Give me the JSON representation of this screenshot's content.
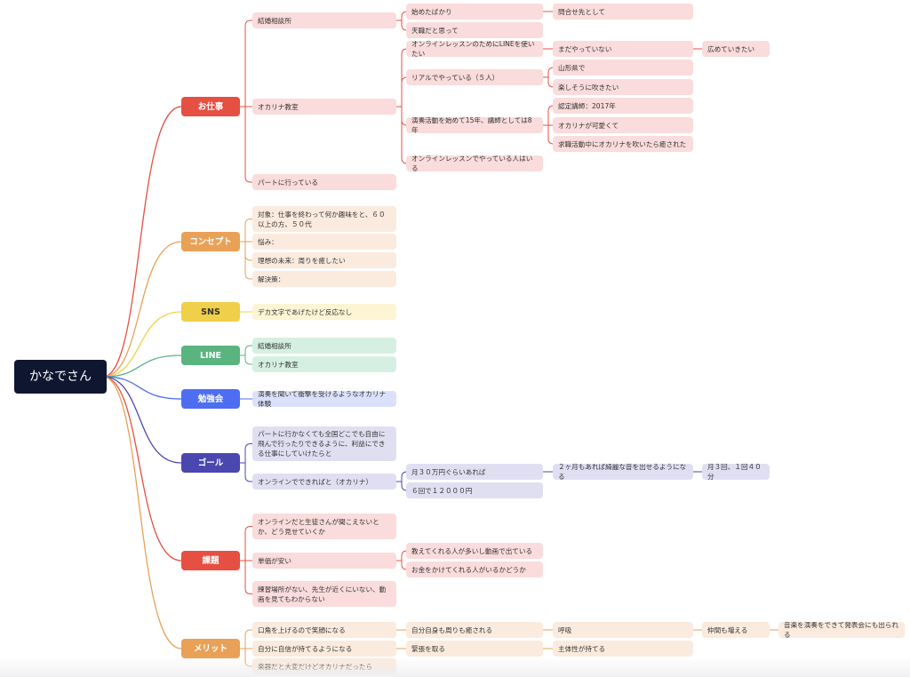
{
  "colors": {
    "root": "#0f1630",
    "red": "#e55043",
    "orange": "#e9a157",
    "yellow": "#f0cf4a",
    "green": "#5ab47f",
    "blue": "#4e6ef2",
    "indigo": "#4a47b0",
    "red_light": "#f9dcdb",
    "orange_light": "#fbebde",
    "yellow_light": "#fdf4d4",
    "green_light": "#d5f0e3",
    "blue_light": "#dbe1fb",
    "indigo_light": "#e0dff2"
  },
  "nodes": [
    {
      "id": "root",
      "text": "かなでさん",
      "kind": "root"
    },
    {
      "id": "m1",
      "text": "お仕事",
      "kind": "main",
      "color": "red"
    },
    {
      "id": "m1a",
      "text": "結婚相談所",
      "kind": "sub",
      "color": "red_light"
    },
    {
      "id": "m1a1",
      "text": "始めたばかり",
      "kind": "sub",
      "color": "red_light"
    },
    {
      "id": "m1a1a",
      "text": "問合せ先として",
      "kind": "sub",
      "color": "red_light"
    },
    {
      "id": "m1a2",
      "text": "天職だと思って",
      "kind": "sub",
      "color": "red_light"
    },
    {
      "id": "m1b",
      "text": "オカリナ教室",
      "kind": "sub",
      "color": "red_light"
    },
    {
      "id": "m1b1",
      "text": "オンラインレッスンのためにLINEを使いたい",
      "kind": "sub",
      "color": "red_light"
    },
    {
      "id": "m1b1a",
      "text": "まだやっていない",
      "kind": "sub",
      "color": "red_light"
    },
    {
      "id": "m1b1a1",
      "text": "広めていきたい",
      "kind": "sub",
      "color": "red_light"
    },
    {
      "id": "m1b2",
      "text": "リアルでやっている（５人）",
      "kind": "sub",
      "color": "red_light"
    },
    {
      "id": "m1b2a",
      "text": "山形県で",
      "kind": "sub",
      "color": "red_light"
    },
    {
      "id": "m1b2b",
      "text": "楽しそうに吹きたい",
      "kind": "sub",
      "color": "red_light"
    },
    {
      "id": "m1b3",
      "text": "演奏活動を始めて15年、講師としては8年",
      "kind": "sub",
      "color": "red_light"
    },
    {
      "id": "m1b3a",
      "text": "認定講師：2017年",
      "kind": "sub",
      "color": "red_light"
    },
    {
      "id": "m1b3b",
      "text": "オカリナが可愛くて",
      "kind": "sub",
      "color": "red_light"
    },
    {
      "id": "m1b3c",
      "text": "求職活動中にオカリナを吹いたら癒された",
      "kind": "sub",
      "color": "red_light"
    },
    {
      "id": "m1b4",
      "text": "オンラインレッスンでやっている人はいる",
      "kind": "sub",
      "color": "red_light"
    },
    {
      "id": "m1c",
      "text": "パートに行っている",
      "kind": "sub",
      "color": "red_light"
    },
    {
      "id": "m2",
      "text": "コンセプト",
      "kind": "main",
      "color": "orange"
    },
    {
      "id": "m2a",
      "text": "対象：仕事を終わって何か趣味をと、６０以上の方、５０代",
      "kind": "sub",
      "color": "orange_light"
    },
    {
      "id": "m2b",
      "text": "悩み：",
      "kind": "sub",
      "color": "orange_light"
    },
    {
      "id": "m2c",
      "text": "理想の未来：周りを癒したい",
      "kind": "sub",
      "color": "orange_light"
    },
    {
      "id": "m2d",
      "text": "解決策：",
      "kind": "sub",
      "color": "orange_light"
    },
    {
      "id": "m3",
      "text": "SNS",
      "kind": "main",
      "color": "yellow"
    },
    {
      "id": "m3a",
      "text": "デカ文字であげたけど反応なし",
      "kind": "sub",
      "color": "yellow_light"
    },
    {
      "id": "m4",
      "text": "LINE",
      "kind": "main",
      "color": "green"
    },
    {
      "id": "m4a",
      "text": "結婚相談所",
      "kind": "sub",
      "color": "green_light"
    },
    {
      "id": "m4b",
      "text": "オカリナ教室",
      "kind": "sub",
      "color": "green_light"
    },
    {
      "id": "m5",
      "text": "勉強会",
      "kind": "main",
      "color": "blue"
    },
    {
      "id": "m5a",
      "text": "演奏を聞いて衝撃を受けるようなオカリナ体験",
      "kind": "sub",
      "color": "blue_light"
    },
    {
      "id": "m6",
      "text": "ゴール",
      "kind": "main",
      "color": "indigo"
    },
    {
      "id": "m6a",
      "text": "パートに行かなくても全国どこでも自由に飛んで行ったりできるように、利益にできる仕事にしていけたらと",
      "kind": "sub",
      "color": "indigo_light"
    },
    {
      "id": "m6b",
      "text": "オンラインでできればと（オカリナ）",
      "kind": "sub",
      "color": "indigo_light"
    },
    {
      "id": "m6b1",
      "text": "月３０万円ぐらいあれば",
      "kind": "sub",
      "color": "indigo_light"
    },
    {
      "id": "m6b1a",
      "text": "２ヶ月もあれば綺麗な音を出せるようになる",
      "kind": "sub",
      "color": "indigo_light"
    },
    {
      "id": "m6b1a1",
      "text": "月３回、１回４０分",
      "kind": "sub",
      "color": "indigo_light"
    },
    {
      "id": "m6b2",
      "text": "６回で１２０００円",
      "kind": "sub",
      "color": "indigo_light"
    },
    {
      "id": "m7",
      "text": "課題",
      "kind": "main",
      "color": "red"
    },
    {
      "id": "m7a",
      "text": "オンラインだと生徒さんが聞こえないとか、どう見せていくか",
      "kind": "sub",
      "color": "red_light"
    },
    {
      "id": "m7b",
      "text": "単価が安い",
      "kind": "sub",
      "color": "red_light"
    },
    {
      "id": "m7b1",
      "text": "教えてくれる人が多いし動画で出ている",
      "kind": "sub",
      "color": "red_light"
    },
    {
      "id": "m7b2",
      "text": "お金をかけてくれる人がいるかどうか",
      "kind": "sub",
      "color": "red_light"
    },
    {
      "id": "m7c",
      "text": "練習場所がない、先生が近くにいない、動画を見てもわからない",
      "kind": "sub",
      "color": "red_light"
    },
    {
      "id": "m8",
      "text": "メリット",
      "kind": "main",
      "color": "orange"
    },
    {
      "id": "m8a",
      "text": "口角を上げるので笑顔になる",
      "kind": "sub",
      "color": "orange_light"
    },
    {
      "id": "m8a1",
      "text": "自分自身も周りも癒される",
      "kind": "sub",
      "color": "orange_light"
    },
    {
      "id": "m8a1a",
      "text": "呼吸",
      "kind": "sub",
      "color": "orange_light"
    },
    {
      "id": "m8a1a1",
      "text": "仲間も増える",
      "kind": "sub",
      "color": "orange_light"
    },
    {
      "id": "m8a1a1a",
      "text": "音楽を演奏をできて発表会にも出られる",
      "kind": "sub",
      "color": "orange_light"
    },
    {
      "id": "m8b",
      "text": "自分に自信が持てるようになる",
      "kind": "sub",
      "color": "orange_light"
    },
    {
      "id": "m8b1",
      "text": "緊張を取る",
      "kind": "sub",
      "color": "orange_light"
    },
    {
      "id": "m8b1a",
      "text": "主体性が持てる",
      "kind": "sub",
      "color": "orange_light"
    },
    {
      "id": "m8c",
      "text": "楽器だと大変だけどオカリナだったら",
      "kind": "sub",
      "color": "orange_light"
    }
  ],
  "links": [
    [
      "root",
      "m1",
      "red"
    ],
    [
      "root",
      "m2",
      "orange"
    ],
    [
      "root",
      "m3",
      "yellow"
    ],
    [
      "root",
      "m4",
      "green"
    ],
    [
      "root",
      "m5",
      "blue"
    ],
    [
      "root",
      "m6",
      "indigo"
    ],
    [
      "root",
      "m7",
      "red"
    ],
    [
      "root",
      "m8",
      "orange"
    ],
    [
      "m1",
      "m1a",
      "red"
    ],
    [
      "m1",
      "m1b",
      "red"
    ],
    [
      "m1",
      "m1c",
      "red"
    ],
    [
      "m1a",
      "m1a1",
      "red"
    ],
    [
      "m1a",
      "m1a2",
      "red"
    ],
    [
      "m1a1",
      "m1a1a",
      "red"
    ],
    [
      "m1b",
      "m1b1",
      "red"
    ],
    [
      "m1b",
      "m1b2",
      "red"
    ],
    [
      "m1b",
      "m1b3",
      "red"
    ],
    [
      "m1b",
      "m1b4",
      "red"
    ],
    [
      "m1b1",
      "m1b1a",
      "red"
    ],
    [
      "m1b1a",
      "m1b1a1",
      "red"
    ],
    [
      "m1b2",
      "m1b2a",
      "red"
    ],
    [
      "m1b2",
      "m1b2b",
      "red"
    ],
    [
      "m1b3",
      "m1b3a",
      "red"
    ],
    [
      "m1b3",
      "m1b3b",
      "red"
    ],
    [
      "m1b3",
      "m1b3c",
      "red"
    ],
    [
      "m2",
      "m2a",
      "orange"
    ],
    [
      "m2",
      "m2b",
      "orange"
    ],
    [
      "m2",
      "m2c",
      "orange"
    ],
    [
      "m2",
      "m2d",
      "orange"
    ],
    [
      "m3",
      "m3a",
      "yellow"
    ],
    [
      "m4",
      "m4a",
      "green"
    ],
    [
      "m4",
      "m4b",
      "green"
    ],
    [
      "m5",
      "m5a",
      "blue"
    ],
    [
      "m6",
      "m6a",
      "indigo"
    ],
    [
      "m6",
      "m6b",
      "indigo"
    ],
    [
      "m6b",
      "m6b1",
      "indigo"
    ],
    [
      "m6b",
      "m6b2",
      "indigo"
    ],
    [
      "m6b1",
      "m6b1a",
      "indigo"
    ],
    [
      "m6b1a",
      "m6b1a1",
      "indigo"
    ],
    [
      "m7",
      "m7a",
      "red"
    ],
    [
      "m7",
      "m7b",
      "red"
    ],
    [
      "m7",
      "m7c",
      "red"
    ],
    [
      "m7b",
      "m7b1",
      "red"
    ],
    [
      "m7b",
      "m7b2",
      "red"
    ],
    [
      "m8",
      "m8a",
      "orange"
    ],
    [
      "m8",
      "m8b",
      "orange"
    ],
    [
      "m8",
      "m8c",
      "orange"
    ],
    [
      "m8a",
      "m8a1",
      "orange"
    ],
    [
      "m8a1",
      "m8a1a",
      "orange"
    ],
    [
      "m8a1a",
      "m8a1a1",
      "orange"
    ],
    [
      "m8a1a1",
      "m8a1a1a",
      "orange"
    ],
    [
      "m8b",
      "m8b1",
      "orange"
    ],
    [
      "m8b1",
      "m8b1a",
      "orange"
    ]
  ]
}
